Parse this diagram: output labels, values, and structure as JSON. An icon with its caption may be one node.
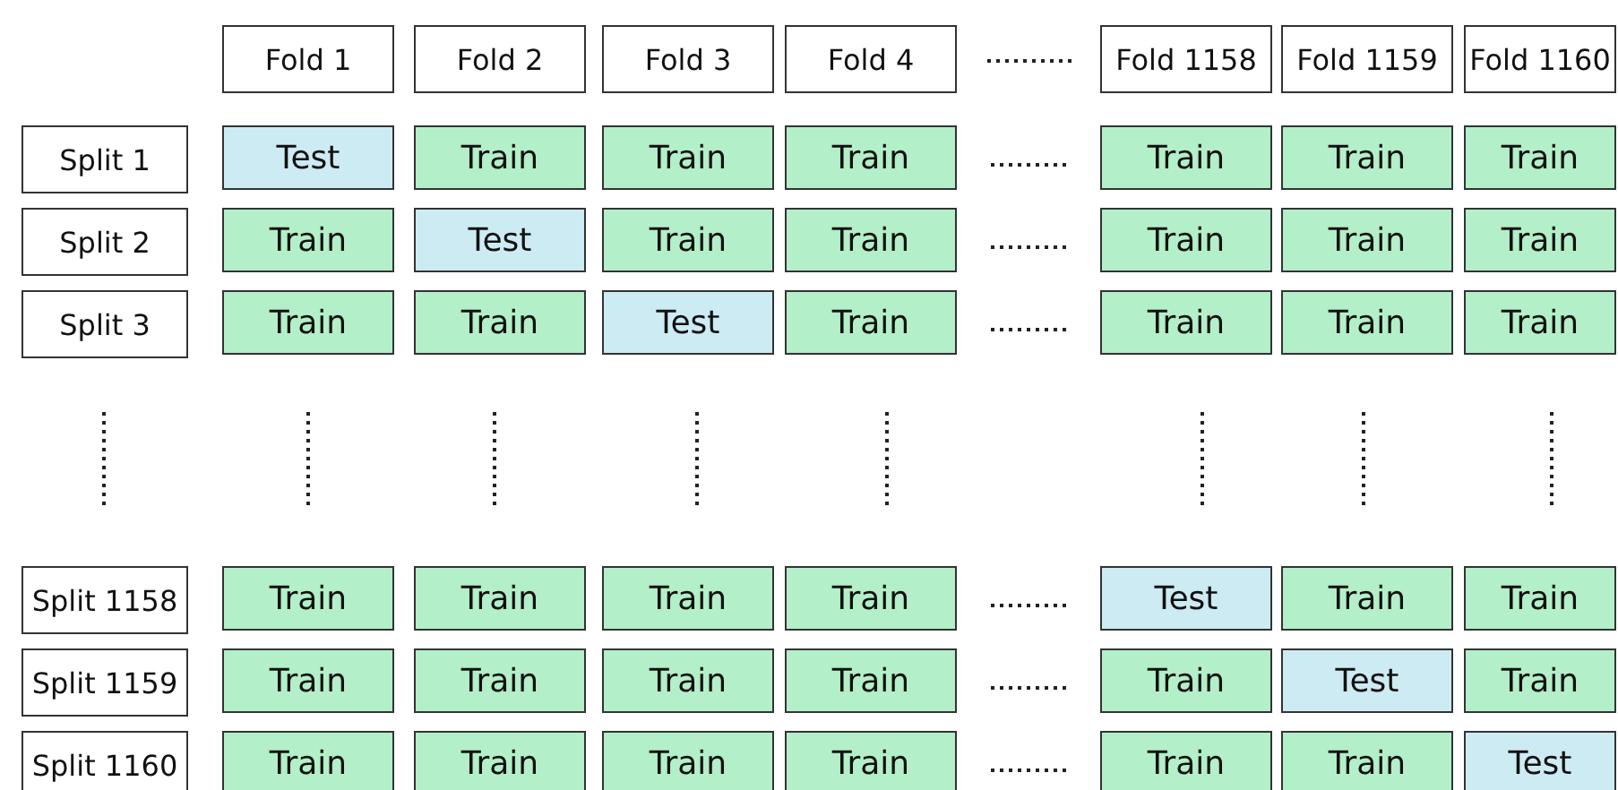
{
  "diagram": {
    "nodes": [
      {
        "text": [
          "Fold 1"
        ]
      },
      {
        "text": [
          "Fold 2"
        ]
      },
      {
        "text": [
          "Fold 3"
        ]
      },
      {
        "text": [
          "Fold 4"
        ]
      },
      {
        "text": [
          "Fold 1158"
        ]
      },
      {
        "text": [
          "Fold 1159"
        ]
      },
      {
        "text": [
          "Fold 1160"
        ]
      },
      {
        "text": [
          "Split 1"
        ]
      },
      {
        "text": [
          "Test"
        ]
      },
      {
        "text": [
          "Train"
        ]
      },
      {
        "text": [
          "Train"
        ]
      },
      {
        "text": [
          "Train"
        ]
      },
      {
        "text": [
          "Train"
        ]
      },
      {
        "text": [
          "Train"
        ]
      },
      {
        "text": [
          "Train"
        ]
      },
      {
        "text": [
          "Split 2"
        ]
      },
      {
        "text": [
          "Train"
        ]
      },
      {
        "text": [
          "Test"
        ]
      },
      {
        "text": [
          "Train"
        ]
      },
      {
        "text": [
          "Train"
        ]
      },
      {
        "text": [
          "Train"
        ]
      },
      {
        "text": [
          "Train"
        ]
      },
      {
        "text": [
          "Train"
        ]
      },
      {
        "text": [
          "Split 3"
        ]
      },
      {
        "text": [
          "Train"
        ]
      },
      {
        "text": [
          "Train"
        ]
      },
      {
        "text": [
          "Test"
        ]
      },
      {
        "text": [
          "Train"
        ]
      },
      {
        "text": [
          "Train"
        ]
      },
      {
        "text": [
          "Train"
        ]
      },
      {
        "text": [
          "Train"
        ]
      },
      {
        "text": [
          "Split 1158"
        ]
      },
      {
        "text": [
          "Train"
        ]
      },
      {
        "text": [
          "Train"
        ]
      },
      {
        "text": [
          "Train"
        ]
      },
      {
        "text": [
          "Train"
        ]
      },
      {
        "text": [
          "Test"
        ]
      },
      {
        "text": [
          "Train"
        ]
      },
      {
        "text": [
          "Train"
        ]
      },
      {
        "text": [
          "Split 1159"
        ]
      },
      {
        "text": [
          "Train"
        ]
      },
      {
        "text": [
          "Train"
        ]
      },
      {
        "text": [
          "Train"
        ]
      },
      {
        "text": [
          "Train"
        ]
      },
      {
        "text": [
          "Train"
        ]
      },
      {
        "text": [
          "Test"
        ]
      },
      {
        "text": [
          "Train"
        ]
      },
      {
        "text": [
          "Split 1160"
        ]
      },
      {
        "text": [
          "Train"
        ]
      },
      {
        "text": [
          "Train"
        ]
      },
      {
        "text": [
          "Train"
        ]
      },
      {
        "text": [
          "Train"
        ]
      },
      {
        "text": [
          "Train"
        ]
      },
      {
        "text": [
          "Train"
        ]
      },
      {
        "text": [
          "Test"
        ]
      }
    ]
  }
}
